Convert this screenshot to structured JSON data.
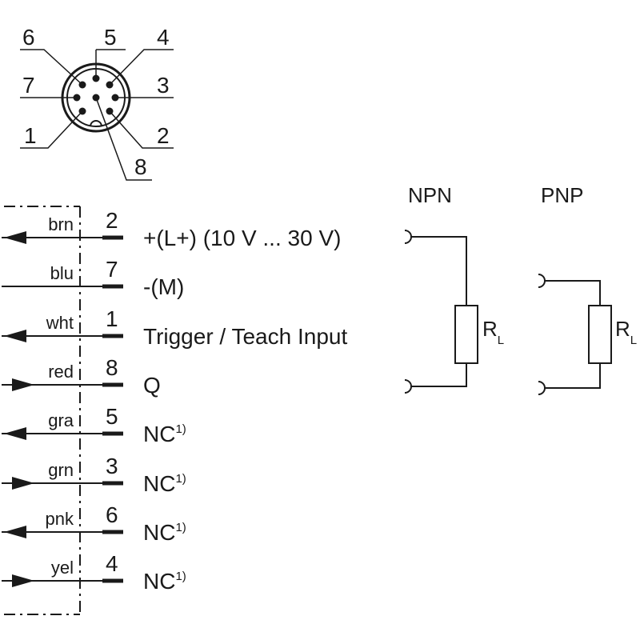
{
  "connector": {
    "pin_numbers": [
      "6",
      "5",
      "4",
      "7",
      "3",
      "1",
      "2",
      "8"
    ]
  },
  "wires": [
    {
      "color": "brn",
      "pin": "2",
      "signal": "+(L+) (10 V ... 30 V)",
      "sup": "",
      "direction": "out"
    },
    {
      "color": "blu",
      "pin": "7",
      "signal": "-(M)",
      "sup": "",
      "direction": "none"
    },
    {
      "color": "wht",
      "pin": "1",
      "signal": "Trigger / Teach Input",
      "sup": "",
      "direction": "out"
    },
    {
      "color": "red",
      "pin": "8",
      "signal": "Q",
      "sup": "",
      "direction": "in"
    },
    {
      "color": "gra",
      "pin": "5",
      "signal": "NC",
      "sup": "1)",
      "direction": "out"
    },
    {
      "color": "grn",
      "pin": "3",
      "signal": "NC",
      "sup": "1)",
      "direction": "in"
    },
    {
      "color": "pnk",
      "pin": "6",
      "signal": "NC",
      "sup": "1)",
      "direction": "out"
    },
    {
      "color": "yel",
      "pin": "4",
      "signal": "NC",
      "sup": "1)",
      "direction": "in"
    }
  ],
  "load": {
    "npn_label": "NPN",
    "pnp_label": "PNP",
    "resistor_main": "R",
    "resistor_sub": "L"
  }
}
